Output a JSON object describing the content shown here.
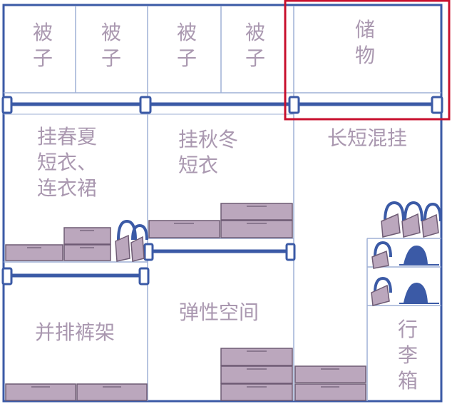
{
  "labels": {
    "quilt_1": "被\n子",
    "quilt_2": "被\n子",
    "quilt_3": "被\n子",
    "quilt_4": "被\n子",
    "storage": "储\n物",
    "spring_summer": "挂春夏\n短衣、\n连衣裙",
    "autumn_winter": "挂秋冬\n短衣",
    "mixed_hanging": "长短混挂",
    "pants_rack": "并排裤架",
    "flexible_space": "弹性空间",
    "luggage": "行\n李\n箱"
  },
  "colors": {
    "frame": "#3b5aa6",
    "divider": "#9fb0d6",
    "rod": "#3b5aa6",
    "box_fill": "#bba7bd",
    "box_stroke": "#6e5b74",
    "bag_fill": "#3b5aa6",
    "label": "#aa98b0",
    "highlight": "#c8102e"
  },
  "icons": [
    "hanging-rod-icon",
    "storage-box-icon",
    "handbag-icon",
    "shoe-icon"
  ]
}
